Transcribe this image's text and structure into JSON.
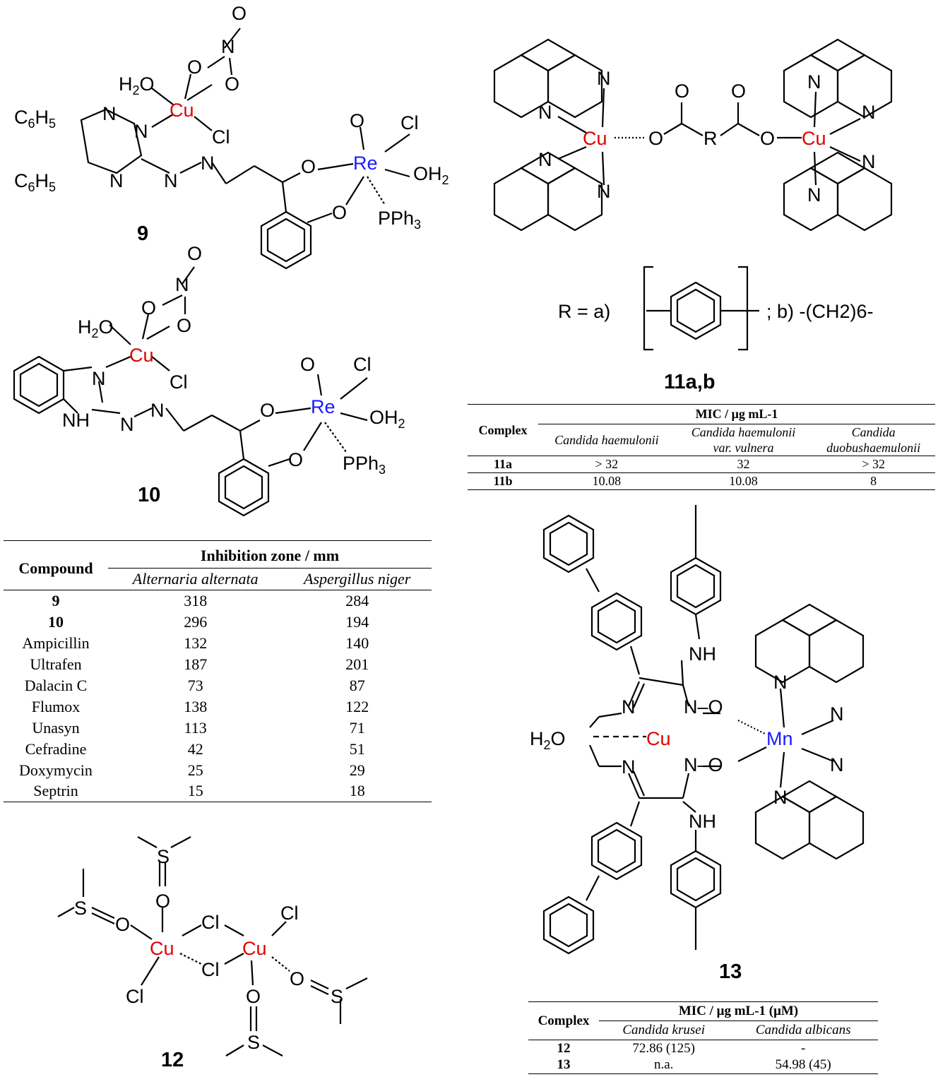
{
  "atoms": {
    "cu": "Cu",
    "re": "Re",
    "mn": "Mn",
    "n": "N",
    "o": "O",
    "cl": "Cl",
    "h2o": "H2O",
    "oh2": "OH2",
    "pph3": "PPh3",
    "c6h5": "C6H5",
    "nh": "NH",
    "h": "H",
    "s": "S",
    "r": "R",
    "h2o_13": "H2O",
    "no": "N–O"
  },
  "labels": {
    "c9": "9",
    "c10": "10",
    "c11": "11a,b",
    "c12": "12",
    "c13": "13",
    "r_def_a": "R = a)",
    "r_def_b": "; b) -(CH2)6-"
  },
  "table_inhibition": {
    "head_compound": "Compound",
    "head_group": "Inhibition zone / mm",
    "col1": "Alternaria alternata",
    "col2": "Aspergillus niger",
    "rows": [
      {
        "name": "9",
        "a": "318",
        "b": "284",
        "bold": true
      },
      {
        "name": "10",
        "a": "296",
        "b": "194",
        "bold": true
      },
      {
        "name": "Ampicillin",
        "a": "132",
        "b": "140"
      },
      {
        "name": "Ultrafen",
        "a": "187",
        "b": "201"
      },
      {
        "name": "Dalacin C",
        "a": "73",
        "b": "87"
      },
      {
        "name": "Flumox",
        "a": "138",
        "b": "122"
      },
      {
        "name": "Unasyn",
        "a": "113",
        "b": "71"
      },
      {
        "name": "Cefradine",
        "a": "42",
        "b": "51"
      },
      {
        "name": "Doxymycin",
        "a": "25",
        "b": "29"
      },
      {
        "name": "Septrin",
        "a": "15",
        "b": "18"
      }
    ]
  },
  "table_mic11": {
    "head_group": "MIC / μg mL-1",
    "head_complex": "Complex",
    "col1": "Candida haemulonii",
    "col2a": "Candida haemulonii",
    "col2b": "var. vulnera",
    "col3a": "Candida",
    "col3b": "duobushaemulonii",
    "rows": [
      {
        "name": "11a",
        "c1": "> 32",
        "c2": "32",
        "c3": "> 32"
      },
      {
        "name": "11b",
        "c1": "10.08",
        "c2": "10.08",
        "c3": "8"
      }
    ]
  },
  "table_mic12": {
    "head_group": "MIC / μg mL-1 (μM)",
    "head_complex": "Complex",
    "col1": "Candida krusei",
    "col2": "Candida albicans",
    "rows": [
      {
        "name": "12",
        "c1": "72.86 (125)",
        "c2": "-"
      },
      {
        "name": "13",
        "c1": "n.a.",
        "c2": "54.98 (45)"
      }
    ]
  }
}
